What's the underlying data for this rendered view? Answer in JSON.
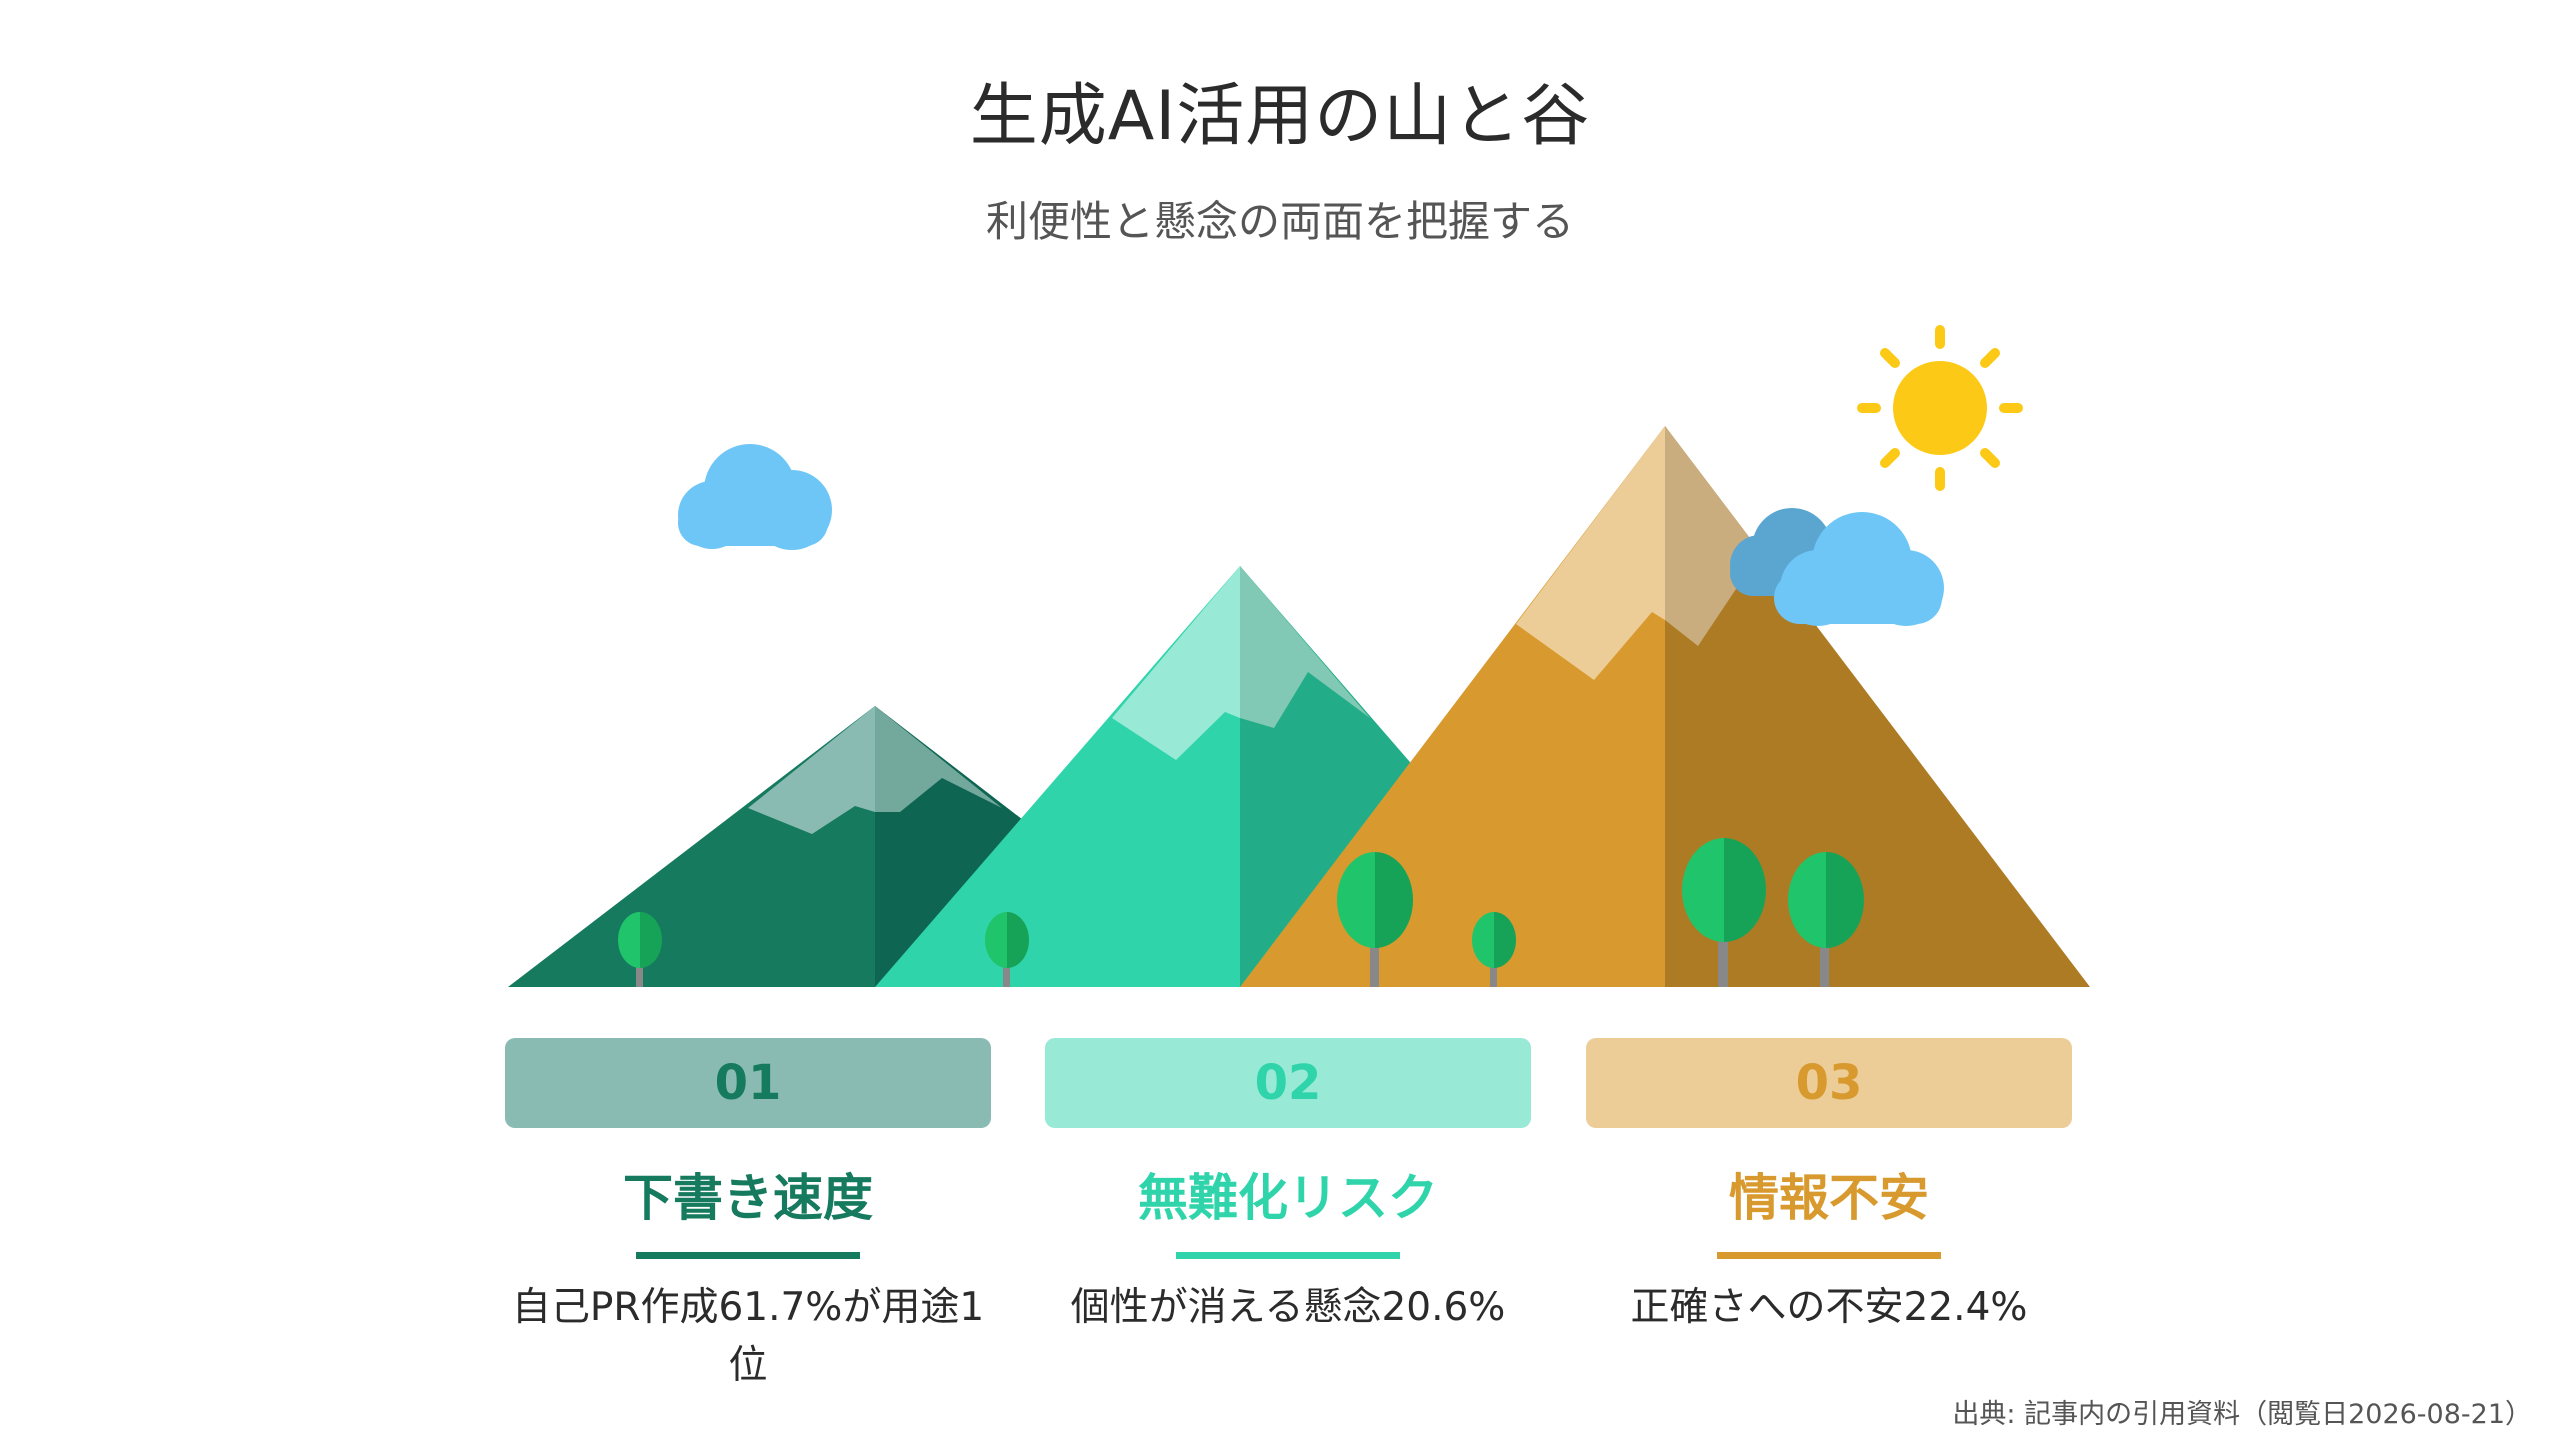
{
  "header": {
    "title": "生成AI活用の山と谷",
    "subtitle": "利便性と懸念の両面を把握する"
  },
  "items": [
    {
      "number": "01",
      "heading": "下書き速度",
      "description": "自己PR作成61.7%が用途1位",
      "color": "#167a5e",
      "number_bg": "#8abbb3",
      "number_color": "#167a5e"
    },
    {
      "number": "02",
      "heading": "無難化リスク",
      "description": "個性が消える懸念20.6%",
      "color": "#2fd4aa",
      "number_bg": "#98e9d5",
      "number_color": "#2fd4aa"
    },
    {
      "number": "03",
      "heading": "情報不安",
      "description": "正確さへの不安22.4%",
      "color": "#d89a2e",
      "number_bg": "#eccd97",
      "number_color": "#d89a2e"
    }
  ],
  "footer": {
    "source": "出典: 記事内の引用資料（閲覧日2026-08-21）"
  },
  "icons": [
    "cloud-icon",
    "sun-icon",
    "mountain-icon",
    "tree-icon"
  ]
}
